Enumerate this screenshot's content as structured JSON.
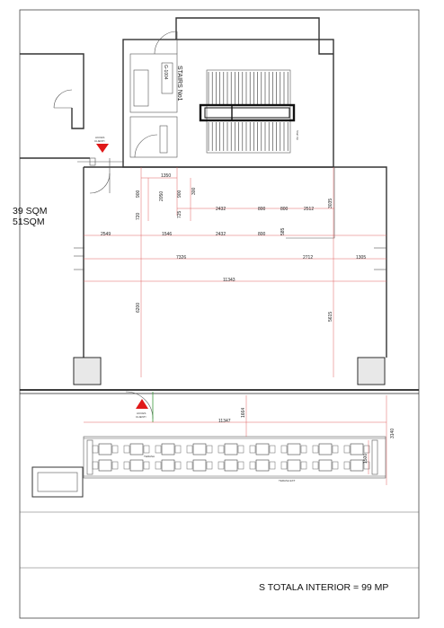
{
  "area_labels": [
    "39 SQM",
    "51SQM"
  ],
  "stairs": {
    "label": "STAIRS No1",
    "room_code": "G-1004",
    "arrow_label": "Start Up"
  },
  "access_sign": {
    "lines": [
      "ACCES",
      "CLIENTI"
    ],
    "color": "#e01818"
  },
  "terrace_label": "TERASA",
  "terrace_note": "TERASA EXT",
  "dimensions": {
    "d1350": "1350",
    "d900a": "900",
    "d2050": "2050",
    "d900b": "900",
    "d720": "720",
    "d300": "300",
    "d725": "725",
    "d2432a": "2432",
    "d800a": "800",
    "d800b": "800",
    "d2512": "2512",
    "d3035": "3035",
    "d2549": "2549",
    "d1546": "1546",
    "d2432b": "2432",
    "d800c": "800",
    "d585": "585",
    "d7326": "7326",
    "d2712": "2712",
    "d1305": "1305",
    "d11343": "11343",
    "d6200": "6200",
    "d5615": "5615",
    "d11347": "11347",
    "d1664": "1664",
    "d3140": "3140",
    "d1500": "1500"
  },
  "summary": "S TOTALA INTERIOR = 99 MP"
}
